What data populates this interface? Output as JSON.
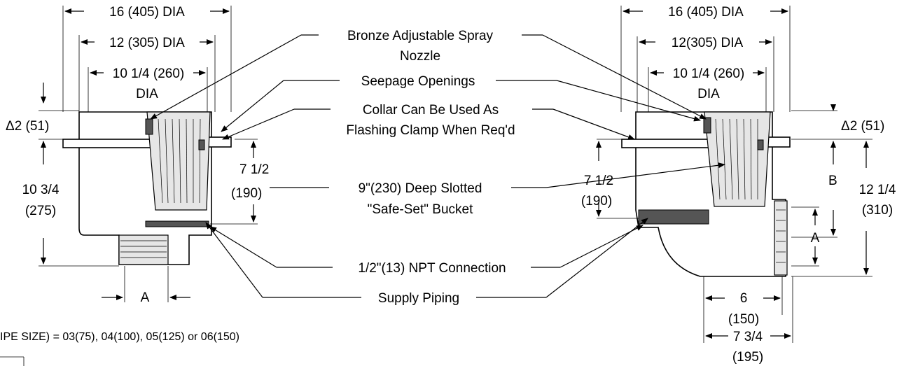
{
  "callouts": {
    "nozzle": "Bronze Adjustable Spray",
    "nozzle_2": "Nozzle",
    "seepage": "Seepage Openings",
    "collar": "Collar Can Be Used As",
    "collar_2": "Flashing Clamp When Req'd",
    "bucket": "9\"(230) Deep Slotted",
    "bucket_2": "\"Safe-Set\" Bucket",
    "connection": "1/2\"(13) NPT Connection",
    "supply": "Supply Piping"
  },
  "left_view": {
    "dia_outer": "16 (405) DIA",
    "dia_mid": "12 (305) DIA",
    "dia_inner": "10 1/4 (260)",
    "dia_inner_2": "DIA",
    "collar_height": "Δ2 (51)",
    "height": "10 3/4",
    "height_2": "(275)",
    "bucket_depth": "7 1/2",
    "bucket_depth_2": "(190)",
    "outlet": "A"
  },
  "right_view": {
    "dia_outer": "16 (405) DIA",
    "dia_mid": "12(305) DIA",
    "dia_inner": "10 1/4 (260)",
    "dia_inner_2": "DIA",
    "collar_height": "Δ2 (51)",
    "bucket_depth": "7 1/2",
    "bucket_depth_2": "(190)",
    "dim_b": "B",
    "height": "12 1/4",
    "height_2": "(310)",
    "outlet": "A",
    "width_6": "6",
    "width_6_2": "(150)",
    "width_7": "7 3/4",
    "width_7_2": "(195)"
  },
  "footnote": "IPE SIZE) = 03(75), 04(100), 05(125) or 06(150)"
}
